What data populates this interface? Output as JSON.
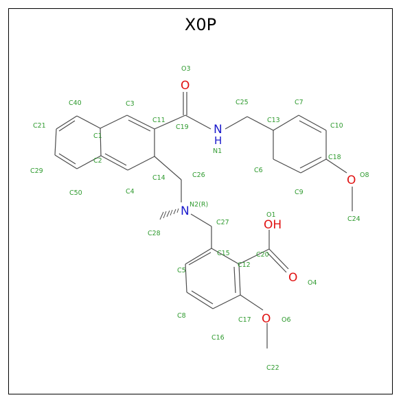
{
  "title": "X0P",
  "atom_labels": {
    "C40": "C40",
    "C3": "C3",
    "C11": "C11",
    "C19": "C19",
    "C25": "C25",
    "C7": "C7",
    "C13": "C13",
    "C10": "C10",
    "C21": "C21",
    "C1": "C1",
    "N1": "N1",
    "C2": "C2",
    "C14": "C14",
    "C26": "C26",
    "C18": "C18",
    "O8": "O8",
    "C29": "C29",
    "C6": "C6",
    "C50": "C50",
    "C4": "C4",
    "C9": "C9",
    "N2": "N2(R)",
    "C24": "C24",
    "O1": "O1",
    "C27": "C27",
    "C28": "C28",
    "C20": "C20",
    "C15": "C15",
    "C12": "C12",
    "C5": "C5",
    "O4": "O4",
    "C8": "C8",
    "C17": "C17",
    "O6": "O6",
    "C16": "C16",
    "C22": "C22",
    "O3": "O3"
  },
  "element_symbols": {
    "O3": "O",
    "NH_N": "N",
    "NH_H": "H",
    "O8": "O",
    "N2": "N",
    "O1": "OH",
    "O4": "O",
    "O6": "O"
  },
  "colors": {
    "carbon_label": "#2e9a2e",
    "oxygen": "#e01010",
    "nitrogen": "#1a1acc",
    "bond": "#4a4a4a"
  }
}
